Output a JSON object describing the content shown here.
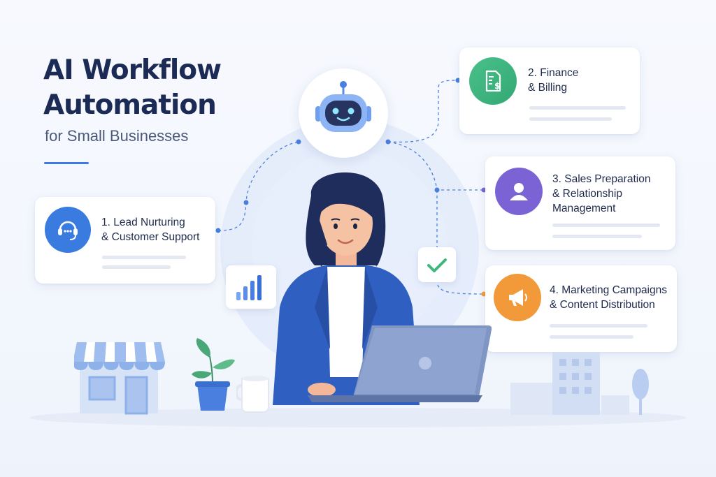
{
  "headline": {
    "title_line1": "AI Workflow",
    "title_line2": "Automation",
    "subtitle": "for Small Businesses"
  },
  "workflow_steps": [
    {
      "label_line1": "1. Lead Nurturing",
      "label_line2": "& Customer Support",
      "icon": "headset-chat-icon",
      "color": "#3a7be0"
    },
    {
      "label_line1": "2. Finance",
      "label_line2": "& Billing",
      "icon": "invoice-dollar-icon",
      "color": "#3fb77d"
    },
    {
      "label_line1": "3. Sales Preparation",
      "label_line2": "& Relationship",
      "label_line3": "Management",
      "icon": "user-profile-icon",
      "color": "#7b63d6"
    },
    {
      "label_line1": "4. Marketing Campaigns",
      "label_line2": "& Content Distribution",
      "icon": "megaphone-icon",
      "color": "#f29a3a"
    }
  ],
  "illustration": {
    "center_icon": "robot-icon",
    "person": "woman-at-laptop",
    "props": [
      "storefront-icon",
      "potted-plant-icon",
      "coffee-mug-icon",
      "city-buildings-icon",
      "tree-icon",
      "bar-chart-icon",
      "checkmark-icon"
    ]
  },
  "colors": {
    "title": "#1c2b55",
    "accent": "#3b7be3",
    "connector": "#4a7fe0"
  }
}
